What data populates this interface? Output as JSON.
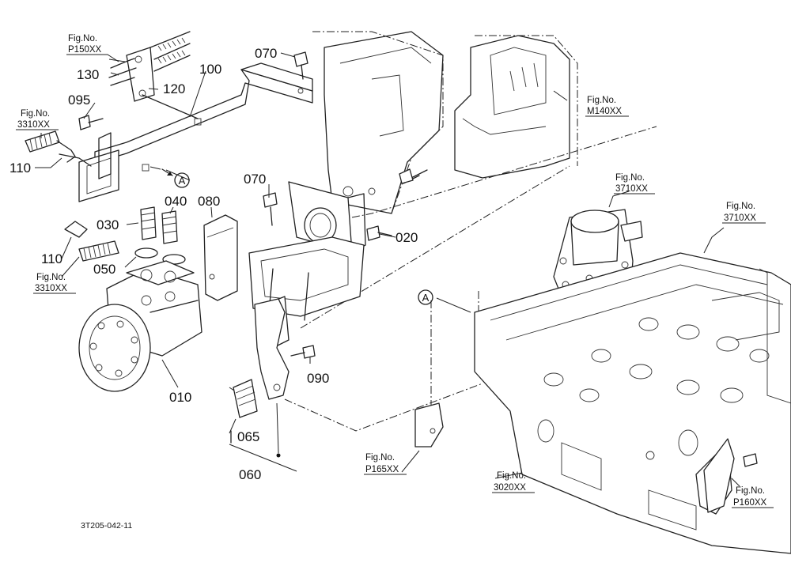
{
  "title": "3T205-042-11",
  "part_labels": {
    "p010": "010",
    "p020": "020",
    "p030": "030",
    "p040": "040",
    "p050": "050",
    "p060": "060",
    "p065": "065",
    "p070a": "070",
    "p070b": "070",
    "p080": "080",
    "p090": "090",
    "p095": "095",
    "p100": "100",
    "p110a": "110",
    "p110b": "110",
    "p120": "120",
    "p130": "130"
  },
  "fig_refs": {
    "fig_label": "Fig.No.",
    "p150": "P150XX",
    "r3310a": "3310XX",
    "r3310b": "3310XX",
    "m140": "M140XX",
    "r3710a": "3710XX",
    "r3710b": "3710XX",
    "p165": "P165XX",
    "r3020": "3020XX",
    "p160": "P160XX"
  },
  "markers": {
    "a1": "A",
    "a2": "A"
  }
}
